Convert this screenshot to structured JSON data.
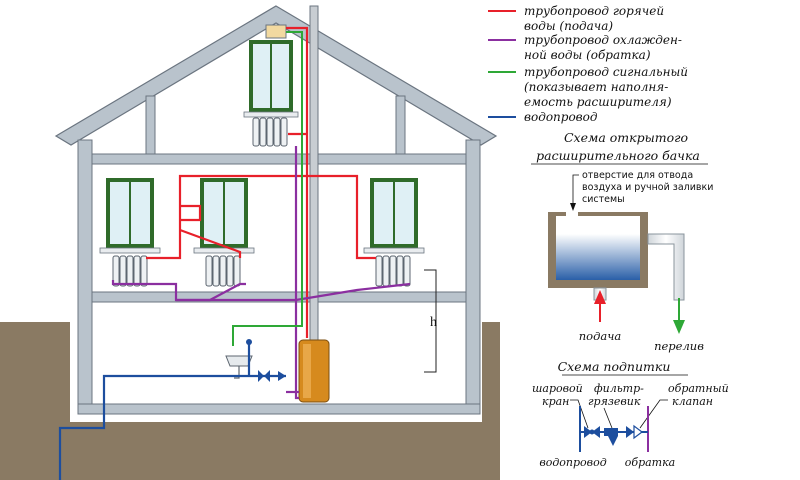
{
  "legend": {
    "items": [
      {
        "color": "#e8202a",
        "lines": [
          "трубопровод горячей",
          "воды (подача)"
        ]
      },
      {
        "color": "#8b2fa0",
        "lines": [
          "трубопровод охлажден-",
          "ной воды (обратка)"
        ]
      },
      {
        "color": "#2ea836",
        "lines": [
          "трубопровод сигнальный",
          "(показывает наполня-",
          "емость расширителя)"
        ]
      },
      {
        "color": "#1d4e9e",
        "lines": [
          "водопровод"
        ]
      }
    ]
  },
  "open_tank": {
    "title": [
      "Схема открытого",
      "расширительного бачка"
    ],
    "hole_note": [
      "отверстие для отвода",
      "воздуха и ручной заливки",
      "системы"
    ],
    "supply_label": "подача",
    "overflow_label": "перелив"
  },
  "feed": {
    "title": "Схема подпитки",
    "ball_valve": [
      "шаровой",
      "кран"
    ],
    "filter": [
      "фильтр-",
      "грязевик"
    ],
    "check_valve": [
      "обратный",
      "клапан"
    ],
    "water_main": "водопровод",
    "return": "обратка"
  },
  "house": {
    "height_label": "h"
  },
  "colors": {
    "hot": "#e8202a",
    "return": "#8b2fa0",
    "signal": "#2ea836",
    "water": "#1d4e9e",
    "wall": "#b9c3cc",
    "ground": "#8a7a63",
    "boiler": "#d68a1e"
  }
}
